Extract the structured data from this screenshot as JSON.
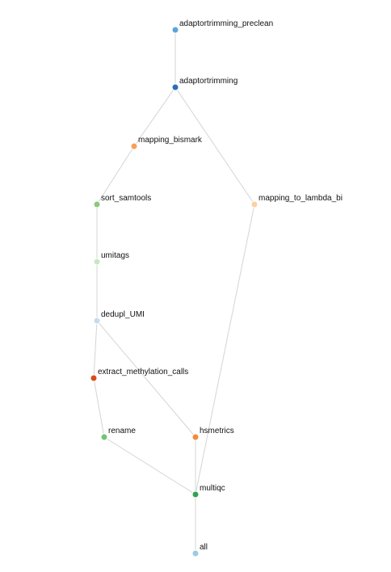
{
  "dag": {
    "nodes": [
      {
        "id": "adaptortrimming_preclean",
        "label": "adaptortrimming_preclean",
        "color": "#5da5d8"
      },
      {
        "id": "adaptortrimming",
        "label": "adaptortrimming",
        "color": "#2c6fb6"
      },
      {
        "id": "mapping_bismark",
        "label": "mapping_bismark",
        "color": "#f5a05a"
      },
      {
        "id": "mapping_to_lambda_bi",
        "label": "mapping_to_lambda_bi",
        "color": "#fdd0a2"
      },
      {
        "id": "sort_samtools",
        "label": "sort_samtools",
        "color": "#8cc97a"
      },
      {
        "id": "umitags",
        "label": "umitags",
        "color": "#c7e9c0"
      },
      {
        "id": "dedupl_UMI",
        "label": "dedupl_UMI",
        "color": "#c6dbef"
      },
      {
        "id": "extract_methylation_calls",
        "label": "extract_methylation_calls",
        "color": "#d94b1a"
      },
      {
        "id": "rename",
        "label": "rename",
        "color": "#74c476"
      },
      {
        "id": "hsmetrics",
        "label": "hsmetrics",
        "color": "#f28c3c"
      },
      {
        "id": "multiqc",
        "label": "multiqc",
        "color": "#31a354"
      },
      {
        "id": "all",
        "label": "all",
        "color": "#9ecae1"
      }
    ],
    "edges": [
      {
        "from": "adaptortrimming_preclean",
        "to": "adaptortrimming"
      },
      {
        "from": "adaptortrimming",
        "to": "mapping_bismark"
      },
      {
        "from": "adaptortrimming",
        "to": "mapping_to_lambda_bi"
      },
      {
        "from": "mapping_bismark",
        "to": "sort_samtools"
      },
      {
        "from": "sort_samtools",
        "to": "umitags"
      },
      {
        "from": "umitags",
        "to": "dedupl_UMI"
      },
      {
        "from": "dedupl_UMI",
        "to": "extract_methylation_calls"
      },
      {
        "from": "dedupl_UMI",
        "to": "hsmetrics"
      },
      {
        "from": "extract_methylation_calls",
        "to": "rename"
      },
      {
        "from": "rename",
        "to": "multiqc"
      },
      {
        "from": "hsmetrics",
        "to": "multiqc"
      },
      {
        "from": "mapping_to_lambda_bi",
        "to": "multiqc"
      },
      {
        "from": "multiqc",
        "to": "all"
      }
    ]
  }
}
